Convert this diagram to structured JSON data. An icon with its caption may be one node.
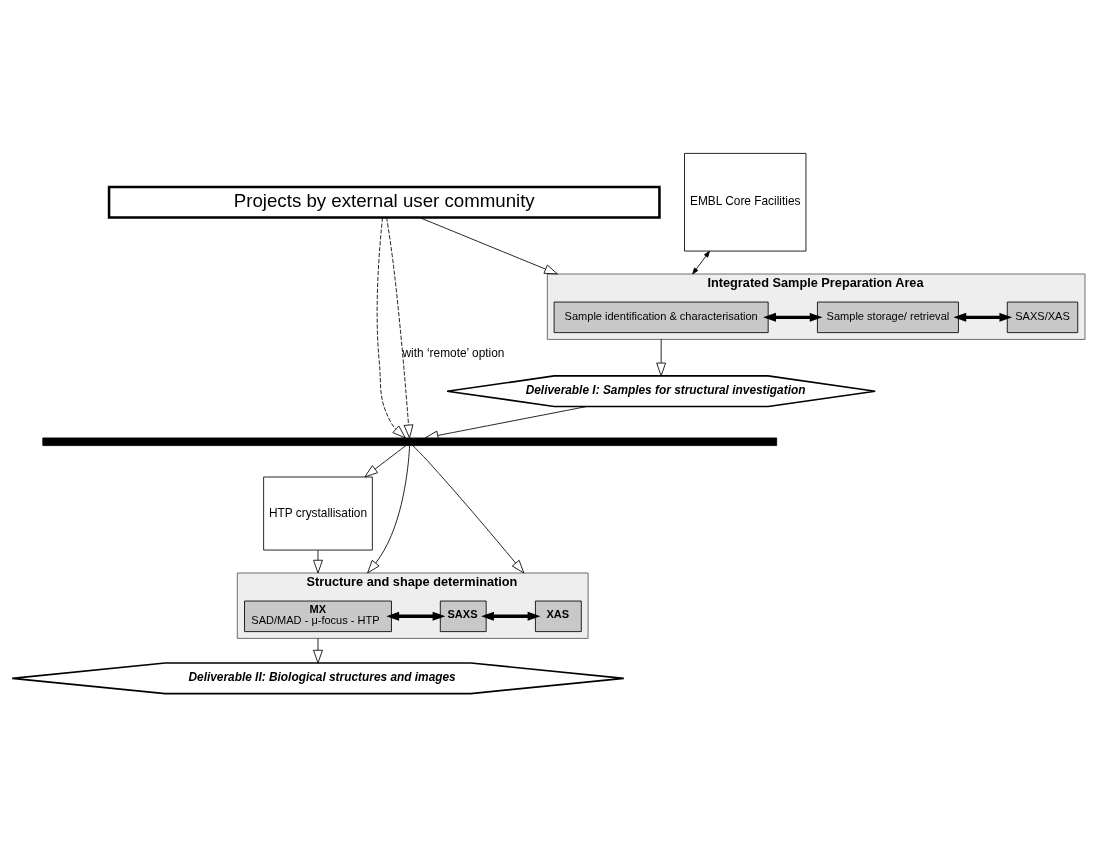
{
  "diagram": {
    "nodes": [
      {
        "text": [
          "Projects by external user community"
        ]
      },
      {
        "text": [
          "EMBL Core Facilities"
        ]
      },
      {
        "text": [
          "Integrated Sample Preparation Area"
        ]
      },
      {
        "text": [
          "Sample identification & characterisation"
        ],
        "in": 2
      },
      {
        "text": [
          "Sample storage/ retrieval"
        ],
        "in": 2
      },
      {
        "text": [
          "SAXS/XAS"
        ],
        "in": 2
      },
      {
        "text": [
          "Deliverable I: Samples for structural investigation"
        ]
      },
      {
        "text": [],
        "shape": "bar"
      },
      {
        "text": [
          "HTP crystallisation"
        ]
      },
      {
        "text": [
          "Structure and shape determination"
        ]
      },
      {
        "text": [
          "MX",
          "SAD/MAD - μ-focus - HTP"
        ],
        "in": 9
      },
      {
        "text": [
          "SAXS"
        ],
        "in": 9
      },
      {
        "text": [
          "XAS"
        ],
        "in": 9
      },
      {
        "text": [
          "Deliverable II: Biological structures and images"
        ]
      }
    ],
    "edges": [
      {
        "from": 0,
        "to": 2,
        "arrow": "to"
      },
      {
        "from": 1,
        "to": 2,
        "arrow": "both"
      },
      {
        "from": 3,
        "to": 4,
        "arrow": "both",
        "style": "thick"
      },
      {
        "from": 4,
        "to": 5,
        "arrow": "both",
        "style": "thick"
      },
      {
        "from": 2,
        "to": 6,
        "arrow": "to"
      },
      {
        "from": 0,
        "to": 7,
        "arrow": "to",
        "style": "dashed"
      },
      {
        "from": 0,
        "to": 7,
        "arrow": "to",
        "style": "dashed",
        "label": "with ‘remote’ option"
      },
      {
        "from": 6,
        "to": 7,
        "arrow": "to"
      },
      {
        "from": 7,
        "to": 8,
        "arrow": "to"
      },
      {
        "from": 7,
        "to": 9,
        "arrow": "to"
      },
      {
        "from": 7,
        "to": 9,
        "arrow": "to"
      },
      {
        "from": 8,
        "to": 9,
        "arrow": "to"
      },
      {
        "from": 10,
        "to": 11,
        "arrow": "both",
        "style": "thick"
      },
      {
        "from": 11,
        "to": 12,
        "arrow": "both",
        "style": "thick"
      },
      {
        "from": 9,
        "to": 13,
        "arrow": "to"
      }
    ]
  }
}
